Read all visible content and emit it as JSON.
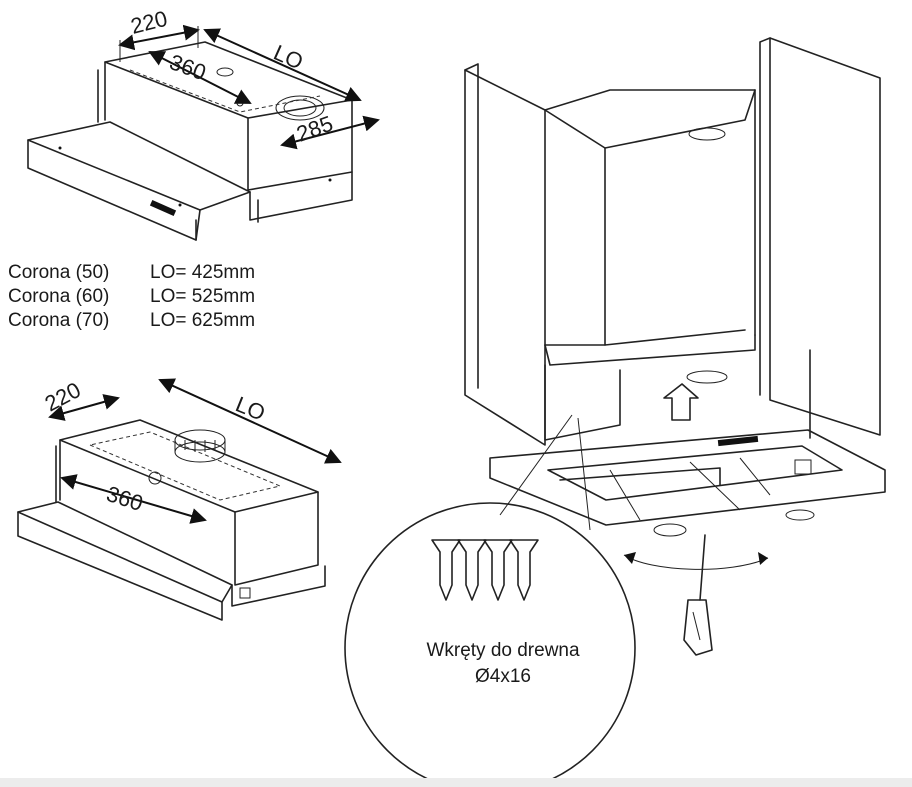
{
  "top_hood": {
    "dim_depth": "220",
    "dim_hole": "360",
    "dim_width": "LO",
    "dim_front": "285"
  },
  "models": [
    {
      "name": "Corona (50)",
      "size": "LO= 425mm"
    },
    {
      "name": "Corona (60)",
      "size": "LO= 525mm"
    },
    {
      "name": "Corona (70)",
      "size": "LO= 625mm"
    }
  ],
  "bottom_hood": {
    "dim_depth": "220",
    "dim_width": "LO",
    "dim_hole": "360"
  },
  "screw_callout": {
    "title": "Wkręty do drewna",
    "spec": "Ø4x16"
  }
}
